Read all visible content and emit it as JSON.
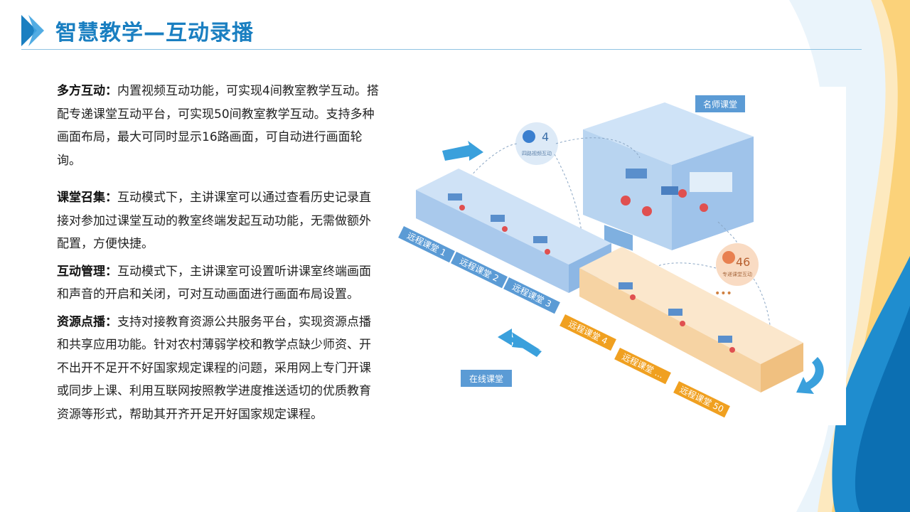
{
  "header": {
    "title": "智慧教学—互动录播"
  },
  "sections": [
    {
      "label": "多方互动：",
      "text": "内置视频互动功能，可实现4间教室教学互动。搭配专递课堂互动平台，可实现50间教室教学互动。支持多种画面布局，最大可同时显示16路画面，可自动进行画面轮询。"
    },
    {
      "label": "课堂召集：",
      "text": "互动模式下，主讲课室可以通过查看历史记录直接对参加过课堂互动的教室终端发起互动功能，无需做额外配置，方便快捷。"
    },
    {
      "label": "互动管理：",
      "text": "互动模式下，主讲课室可设置听讲课室终端画面和声音的开启和关闭，可对互动画面进行画面布局设置。"
    },
    {
      "label": "资源点播：",
      "text": "支持对接教育资源公共服务平台，实现资源点播和共享应用功能。针对农村薄弱学校和教学点缺少师资、开不出开不足开不好国家规定课程的问题，采用网上专门开课或同步上课、利用互联网按照教学进度推送适切的优质教育资源等形式，帮助其开齐开足开好国家规定课程。"
    }
  ],
  "diagram": {
    "famous_teacher_label": "名师课堂",
    "online_class_label": "在线课堂",
    "bubble_small": {
      "number": "4",
      "caption": "四路视频互动"
    },
    "bubble_large": {
      "number": "46",
      "caption": "专递课堂互动"
    },
    "dots": "•••",
    "class_tags": [
      "远程课堂 1",
      "远程课堂 2",
      "远程课堂 3",
      "远程课堂 4",
      "远程课堂 ...",
      "远程课堂 50"
    ],
    "colors": {
      "blue_tag": "#5b9bd5",
      "orange_tag": "#f0a020",
      "arrow": "#3aa0dc"
    }
  }
}
